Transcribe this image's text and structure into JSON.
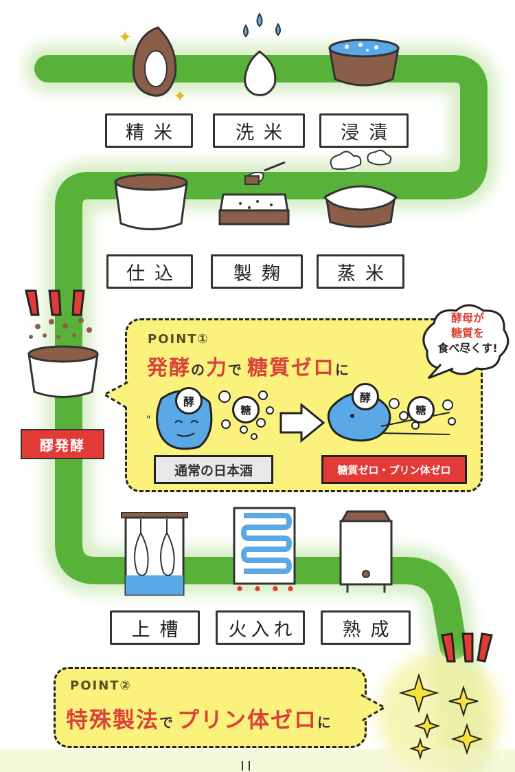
{
  "steps": {
    "seimai": "精米",
    "senmai": "洗米",
    "shinseki": "浸漬",
    "shikomi": "仕込",
    "seikiku": "製麹",
    "joumai": "蒸米",
    "jousou": "上槽",
    "hiire": "火入れ",
    "jukusei": "熟成"
  },
  "fermentation_tag": "醪発酵",
  "point1": {
    "label": "POINT①",
    "headline_a": "発酵",
    "headline_b": "の",
    "headline_c": "力",
    "headline_d": "で",
    "headline_e": "糖質ゼロ",
    "headline_f": "に",
    "normal_sake": "通常の日本酒",
    "zero_sake": "糖質ゼロ・プリン体ゼロ",
    "yeast_char": "酵",
    "sugar_char": "糖",
    "cloud_line1": "酵母が",
    "cloud_line2": "糖質を",
    "cloud_line3": "食べ尽くす!"
  },
  "point2": {
    "label": "POINT②",
    "headline_a": "特殊製法",
    "headline_b": "で",
    "headline_c": "プリン体ゼロ",
    "headline_d": "に"
  },
  "colors": {
    "path_green": "#58b23a",
    "callout_yellow": "#fbf17d",
    "accent_red": "#d8423a",
    "water_blue": "#5aa9e6",
    "brown": "#8b5e4a"
  }
}
